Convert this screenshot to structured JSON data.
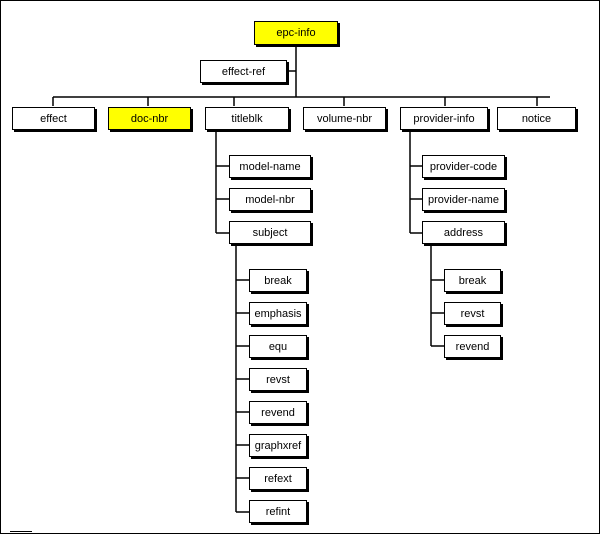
{
  "colors": {
    "highlight": "#ffff00",
    "box": "#ffffff",
    "line": "#000000"
  },
  "nodes": {
    "epc_info": "epc-info",
    "effect_ref": "effect-ref",
    "effect": "effect",
    "doc_nbr": "doc-nbr",
    "titleblk": "titleblk",
    "volume_nbr": "volume-nbr",
    "provider_info": "provider-info",
    "notice": "notice",
    "model_name": "model-name",
    "model_nbr": "model-nbr",
    "subject": "subject",
    "subject_break": "break",
    "subject_emphasis": "emphasis",
    "subject_equ": "equ",
    "subject_revst": "revst",
    "subject_revend": "revend",
    "subject_graphxref": "graphxref",
    "subject_refext": "refext",
    "subject_refint": "refint",
    "provider_code": "provider-code",
    "provider_name": "provider-name",
    "address": "address",
    "address_break": "break",
    "address_revst": "revst",
    "address_revend": "revend"
  },
  "highlighted": [
    "epc-info",
    "doc-nbr"
  ]
}
